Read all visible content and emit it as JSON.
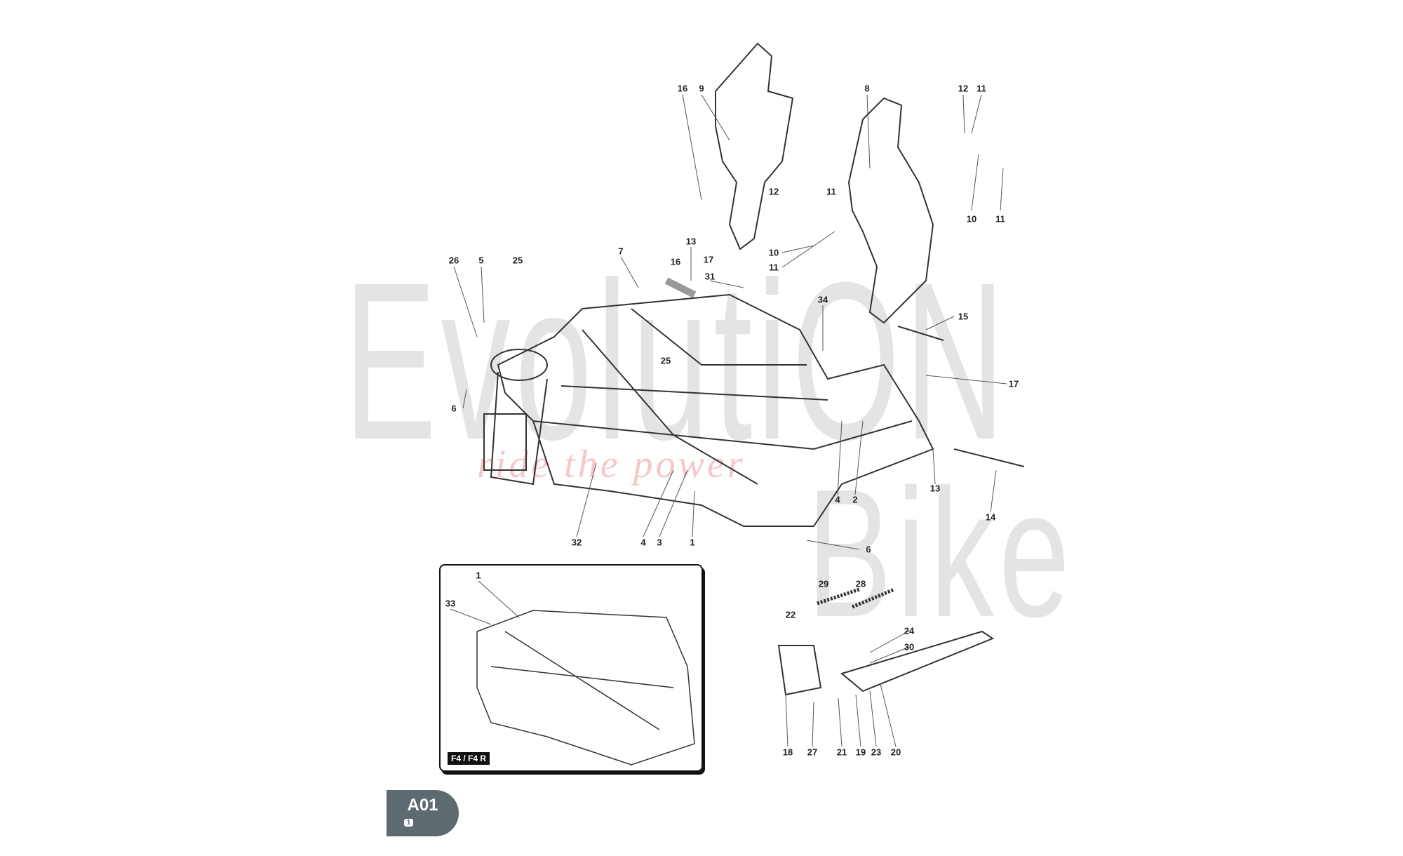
{
  "watermark": {
    "brand_line1": "EvolutiON",
    "brand_line2": "Bike",
    "slogan": "ride the power"
  },
  "callouts": [
    "16",
    "9",
    "8",
    "12",
    "11",
    "12",
    "11",
    "10",
    "11",
    "10",
    "11",
    "13",
    "16",
    "17",
    "31",
    "7",
    "34",
    "26",
    "5",
    "25",
    "25",
    "15",
    "17",
    "6",
    "4",
    "2",
    "13",
    "14",
    "32",
    "4",
    "3",
    "1",
    "6",
    "29",
    "28",
    "22",
    "24",
    "30",
    "18",
    "27",
    "21",
    "19",
    "23",
    "20"
  ],
  "inset": {
    "callouts": [
      "1",
      "33"
    ],
    "model_tag": "F4 / F4 R"
  },
  "badge": {
    "code": "A01",
    "page": "1"
  }
}
